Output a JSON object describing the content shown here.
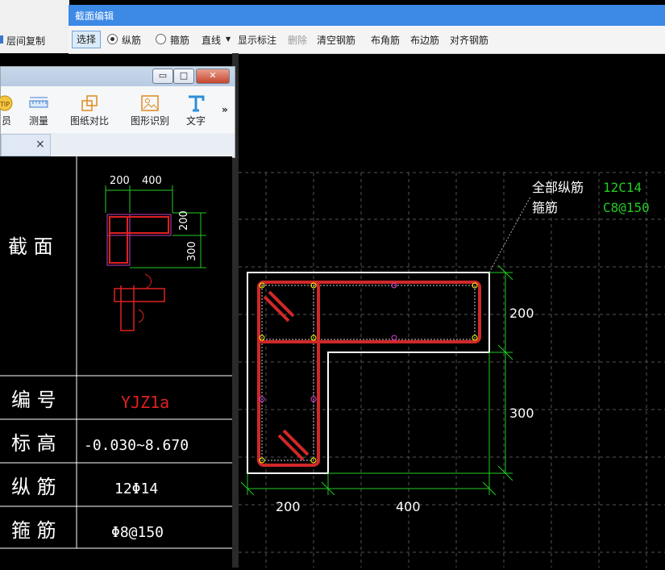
{
  "background": {
    "layer_copy_label": "层间复制"
  },
  "section_window": {
    "title": "截面编辑"
  },
  "toolbar": {
    "select": "选择",
    "longitudinal": "纵筋",
    "stirrup": "箍筋",
    "line": "直线",
    "show_annotation": "显示标注",
    "delete": "删除",
    "clear_rebar": "清空钢筋",
    "corner_rebar": "布角筋",
    "edge_rebar": "布边筋",
    "align_rebar": "对齐钢筋"
  },
  "small_window": {
    "tools": [
      {
        "label": "员",
        "icon": "tip-icon"
      },
      {
        "label": "测量",
        "icon": "ruler-icon"
      },
      {
        "label": "图纸对比",
        "icon": "compare-icon"
      },
      {
        "label": "图形识别",
        "icon": "image-recognize-icon"
      },
      {
        "label": "文字",
        "icon": "text-icon"
      }
    ],
    "more": "»",
    "min": "▭",
    "max": "□",
    "close": "✕",
    "tab_close": "×"
  },
  "side_table": {
    "section_label": "截 面",
    "number_label": "编 号",
    "elevation_label": "标 高",
    "long_label": "纵 筋",
    "stirrup_label": "箍 筋",
    "number_value": "YJZ1a",
    "elevation_value": "-0.030~8.670",
    "long_value": "12Φ14",
    "stirrup_value": "Φ8@150",
    "thumb_dims": [
      "200",
      "400",
      "200",
      "300"
    ]
  },
  "drawing": {
    "legend_all_long": "全部纵筋",
    "legend_all_long_value": "12C14",
    "legend_stirrup": "箍筋",
    "legend_stirrup_value": "C8@150",
    "dim_right_top": "200",
    "dim_right_bottom": "300",
    "dim_bottom_left": "200",
    "dim_bottom_right": "400"
  },
  "colors": {
    "rebar": "#e02020",
    "dimension": "#22cc22",
    "outline": "#ffffff",
    "grid": "#555555",
    "titlebar": "#3c89e6"
  }
}
